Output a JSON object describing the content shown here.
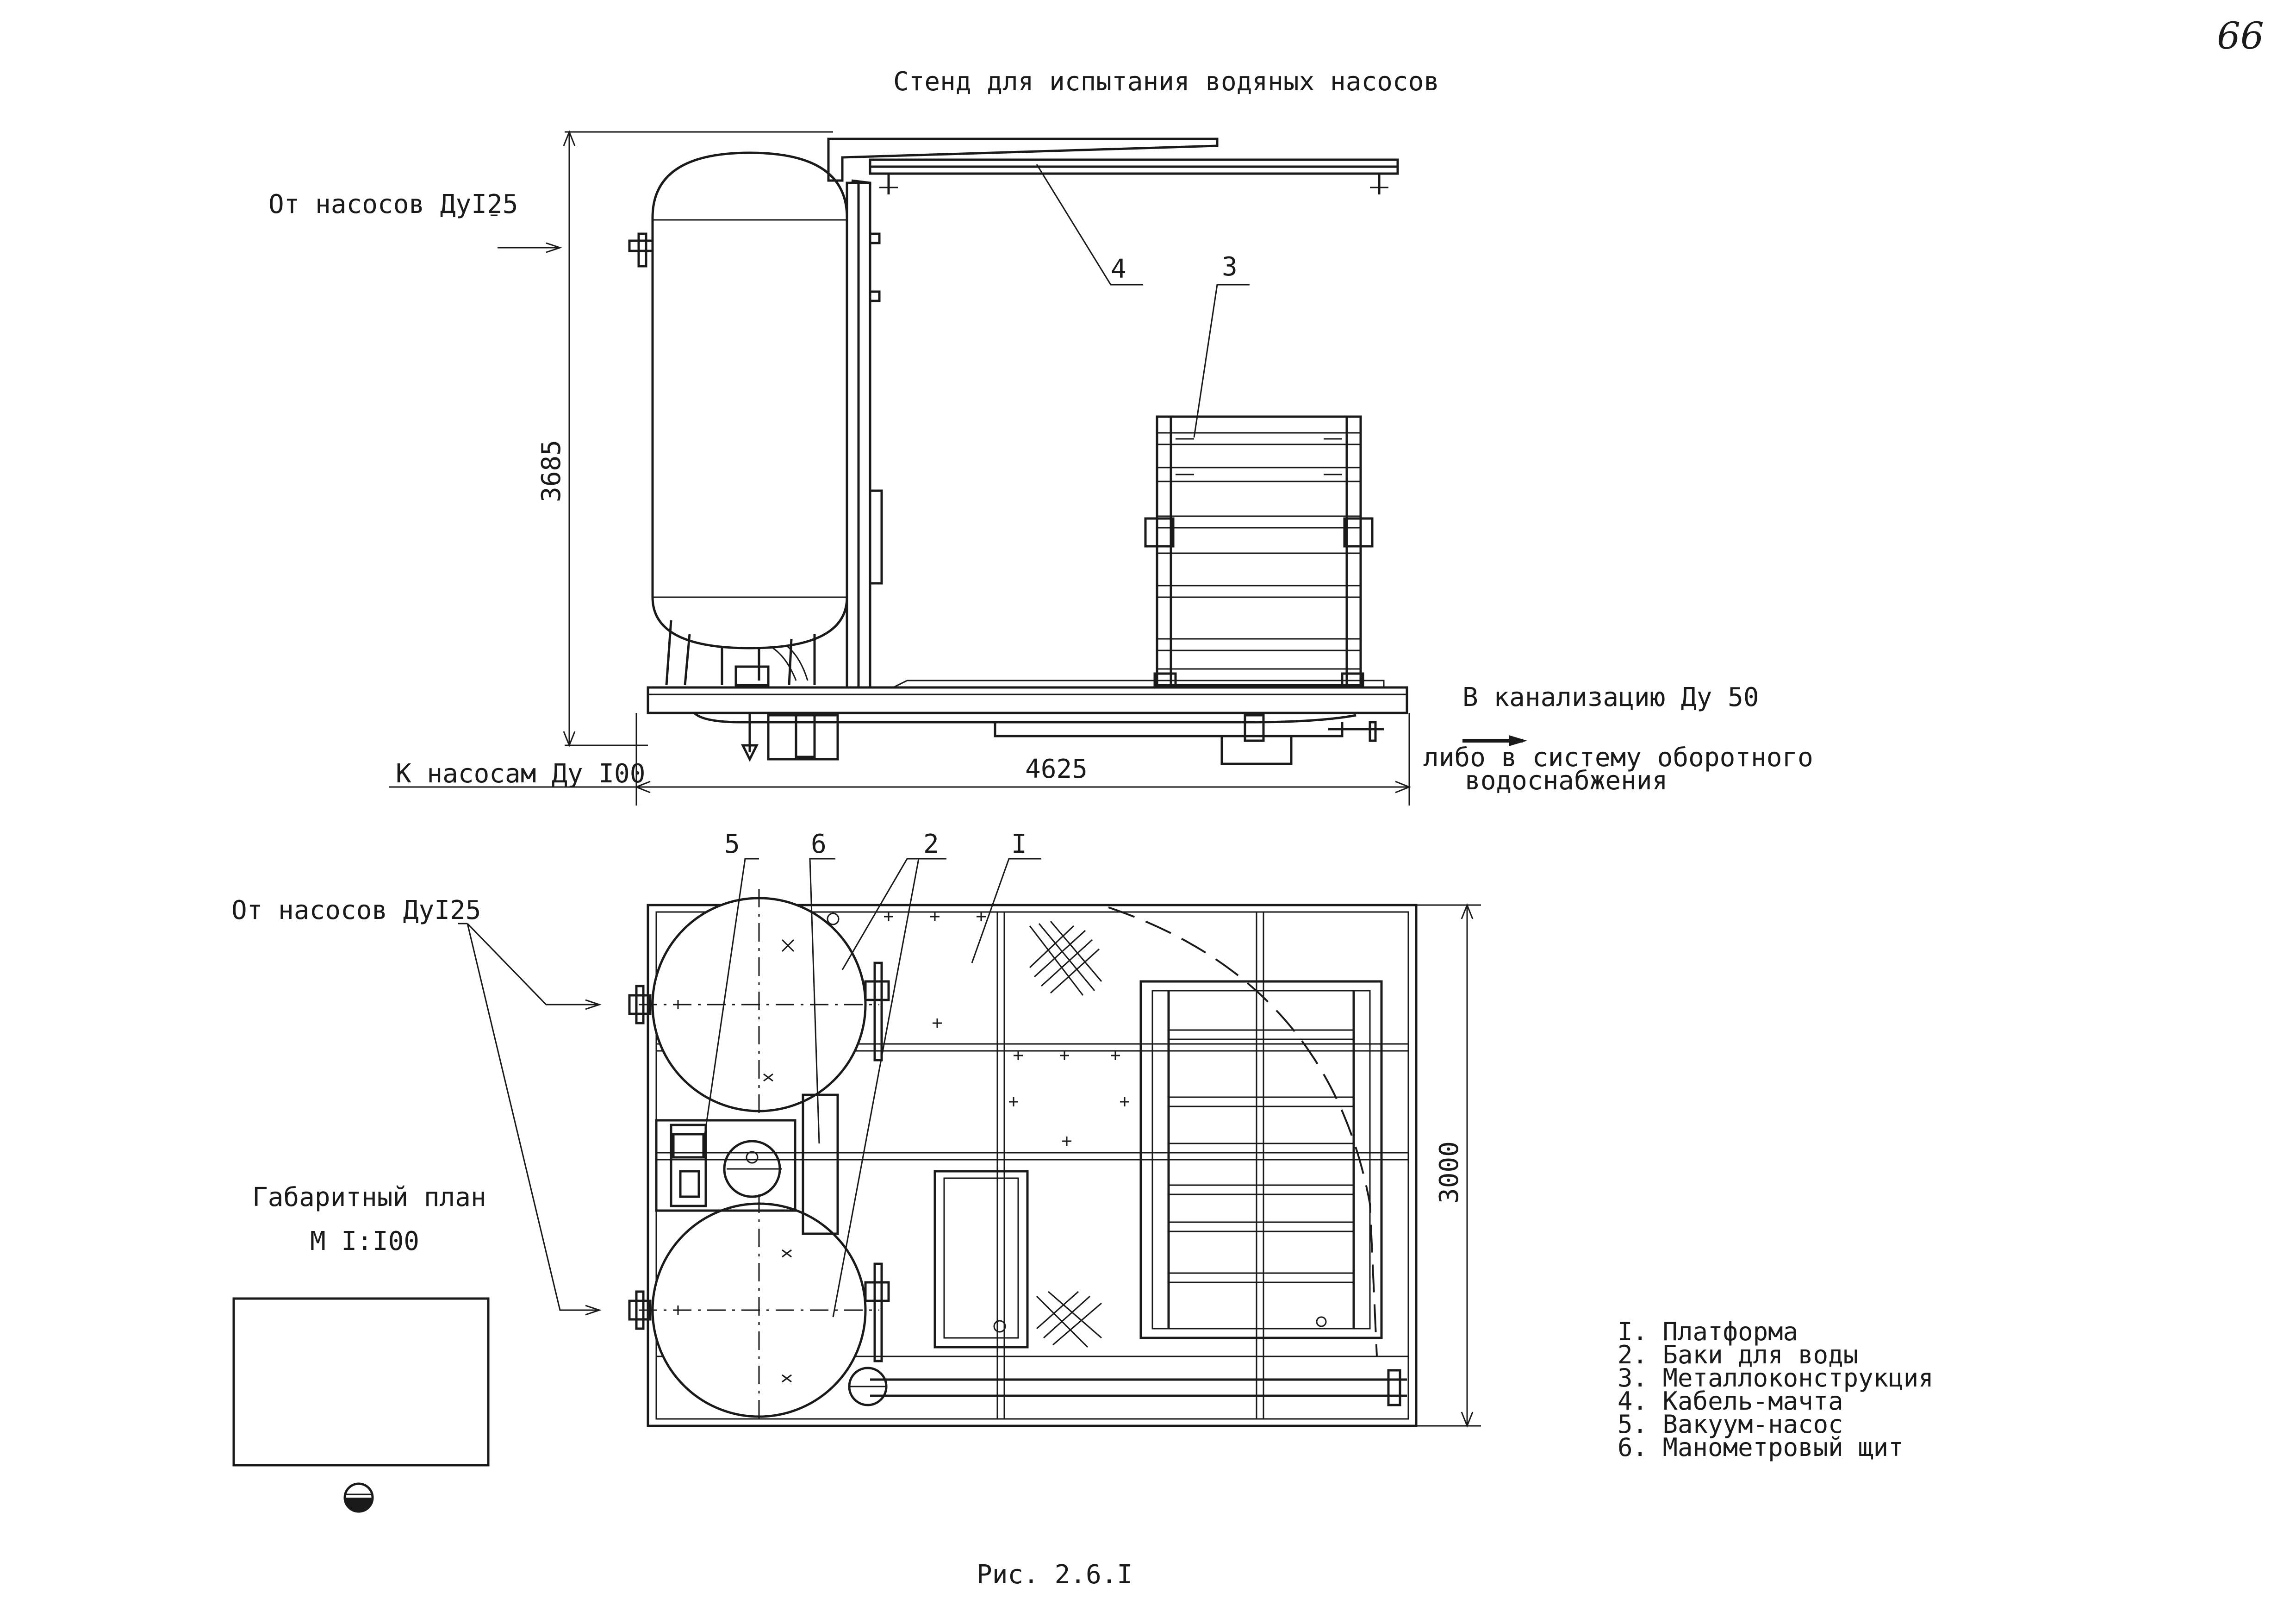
{
  "page_number": "66",
  "title": "Стенд для испытания водяных насосов",
  "figure_caption": "Рис. 2.6.I",
  "elevation": {
    "inlet_label": "От насосов ДуI25",
    "outlet_label": "К насосам Ду I00",
    "drain_label": "В канализацию Ду 50",
    "drain_alt_line1": "либо в систему оборотного",
    "drain_alt_line2": "водоснабжения",
    "height_dim": "3685",
    "length_dim": "4625",
    "callout_4": "4",
    "callout_3": "3"
  },
  "plan": {
    "inlet_label": "От насосов ДуI25",
    "width_dim": "3000",
    "callout_5": "5",
    "callout_6": "6",
    "callout_2": "2",
    "callout_1": "I"
  },
  "key_plan": {
    "title": "Габаритный план",
    "scale": "М I:I00"
  },
  "legend": [
    "I. Платформа",
    "2. Баки для воды",
    "3. Металлоконструкция",
    "4. Кабель-мачта",
    "5. Вакуум-насос",
    "6. Манометровый щит"
  ]
}
